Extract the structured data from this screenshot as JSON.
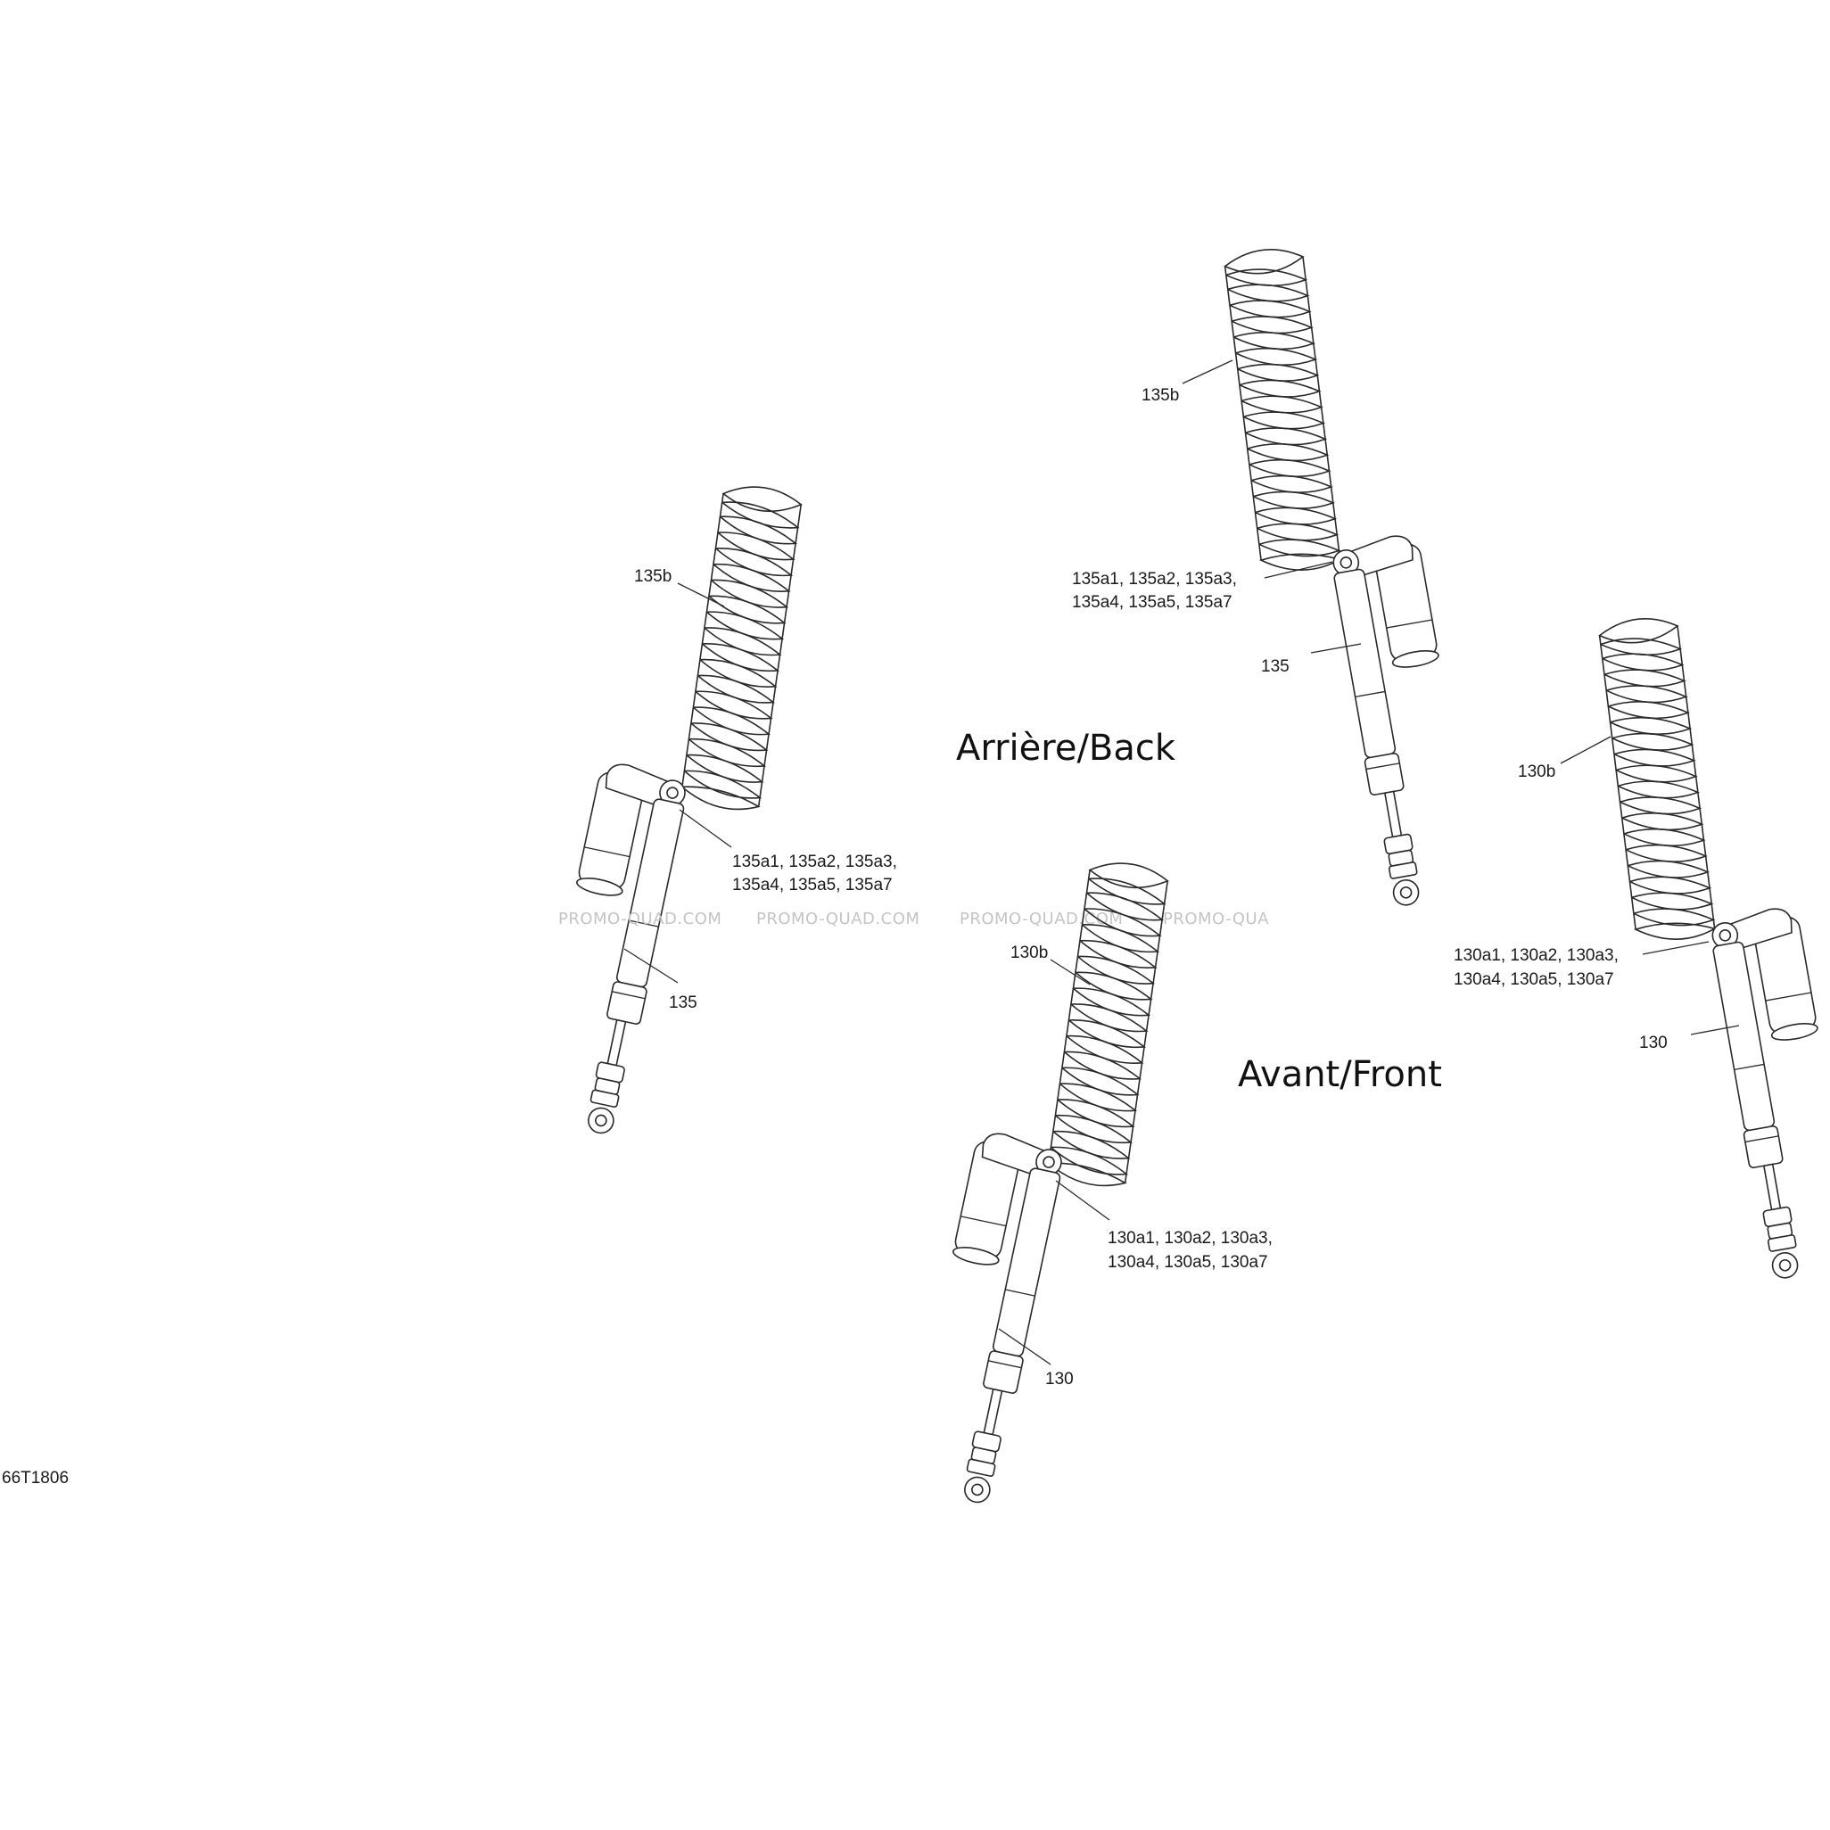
{
  "sections": {
    "back": "Arrière/Back",
    "front": "Avant/Front"
  },
  "callouts": {
    "spring_back_right": "135b",
    "spring_back_left": "135b",
    "spring_front_right": "130b",
    "spring_front_left": "130b",
    "shock_back_right_parts_1": "135a1, 135a2, 135a3,",
    "shock_back_right_parts_2": "135a4, 135a5, 135a7",
    "shock_back_right": "135",
    "shock_back_left_parts_1": "135a1, 135a2, 135a3,",
    "shock_back_left_parts_2": "135a4, 135a5, 135a7",
    "shock_back_left": "135",
    "shock_front_right_parts_1": "130a1, 130a2, 130a3,",
    "shock_front_right_parts_2": "130a4, 130a5, 130a7",
    "shock_front_right": "130",
    "shock_front_left_parts_1": "130a1, 130a2, 130a3,",
    "shock_front_left_parts_2": "130a4, 130a5, 130a7",
    "shock_front_left": "130"
  },
  "watermark": {
    "w1": "PROMO-QUAD.COM",
    "w2": "PROMO-QUAD.COM",
    "w3": "PROMO-QUAD.COM",
    "w4": "PROMO-QUA"
  },
  "drawing_code": "66T1806"
}
